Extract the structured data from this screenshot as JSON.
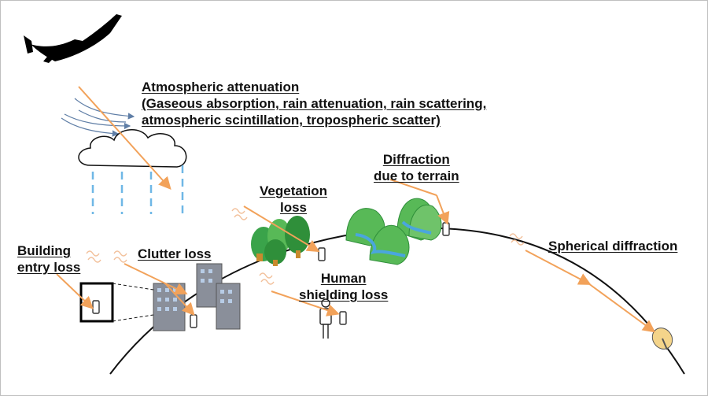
{
  "colors": {
    "signal_path": "#f2a25a",
    "wind_lines": "#5f7ea6",
    "rain": "#6fb7e6",
    "terrain_fill": "#58b957",
    "terrain_dark": "#2f8f3a",
    "river": "#4aa6dd",
    "earth_curve": "#111111"
  },
  "labels": {
    "atmospheric_title": "Atmospheric attenuation",
    "atmospheric_line2": "(Gaseous absorption, rain attenuation, rain scattering,",
    "atmospheric_line3": "atmospheric scintillation, tropospheric scatter)",
    "diffraction_line1": "Diffraction",
    "diffraction_line2": "due to terrain",
    "vegetation_line1": "Vegetation",
    "vegetation_line2": "loss",
    "clutter": "Clutter loss",
    "building_line1": "Building",
    "building_line2": "entry loss",
    "human_line1": "Human",
    "human_line2": "shielding loss",
    "spherical": "Spherical diffraction"
  },
  "icons": [
    "aircraft-icon",
    "cloud-icon",
    "rain-icon",
    "mountain-icon",
    "tree-icon",
    "building-icon",
    "phone-icon",
    "person-icon",
    "satellite-dish-icon",
    "wave-icon"
  ]
}
